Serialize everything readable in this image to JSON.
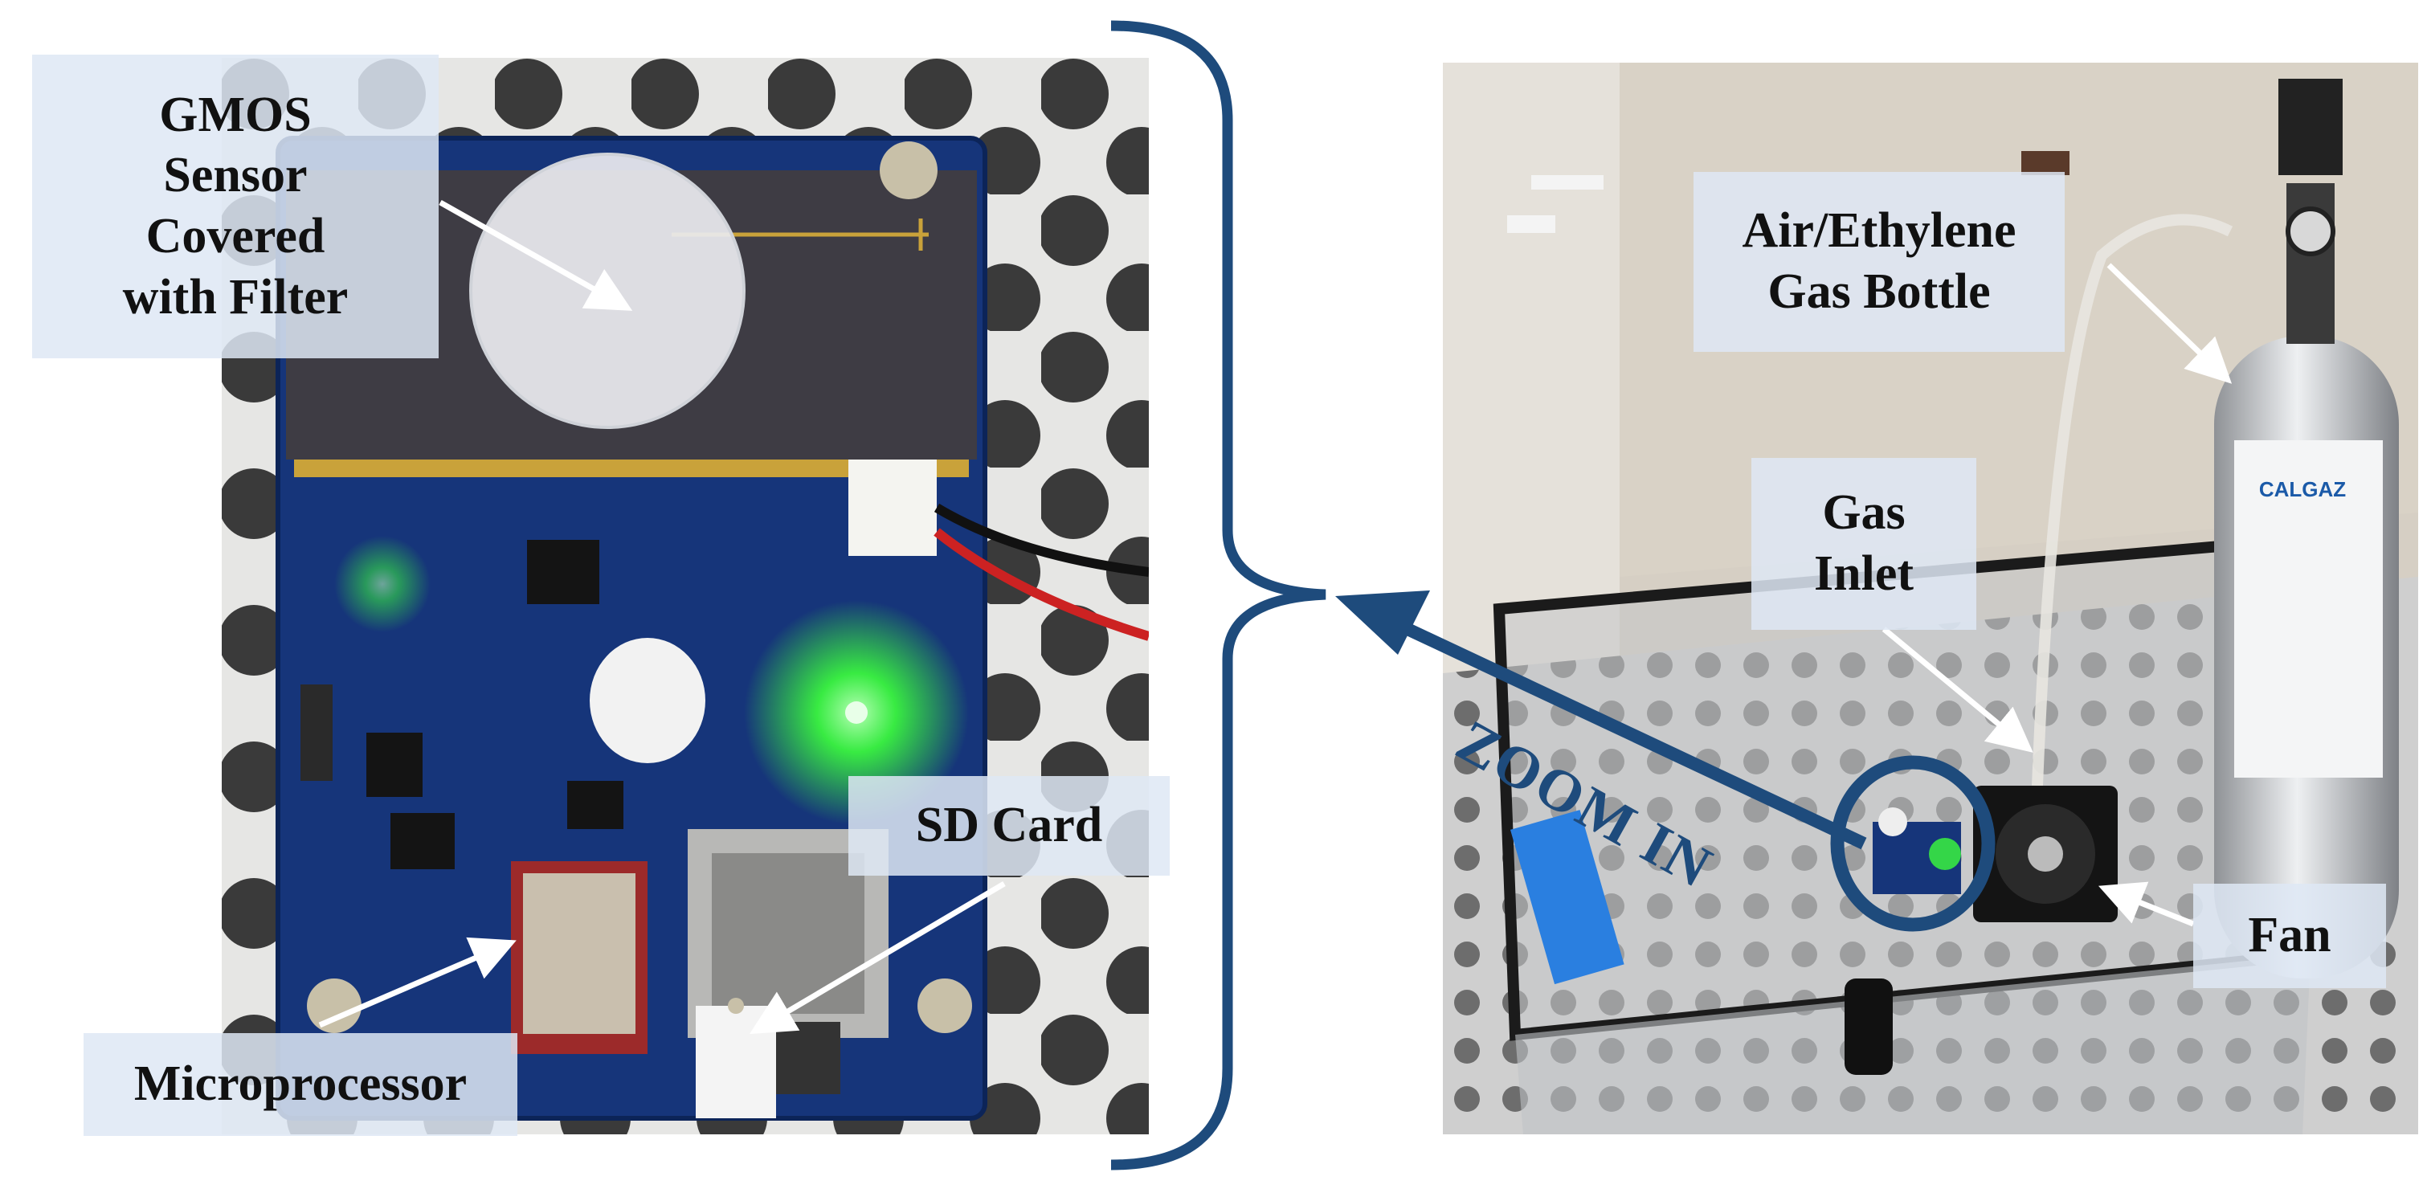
{
  "labels": {
    "gmos_sensor": "GMOS\nSensor\nCovered\nwith Filter",
    "microprocessor": "Microprocessor",
    "sd_card": "SD Card",
    "gas_bottle": "Air/Ethylene\nGas Bottle",
    "gas_inlet": "Gas\nInlet",
    "fan": "Fan",
    "zoom_in": "ZOOM IN"
  },
  "colors": {
    "accent_navy": "#1e4b7c",
    "label_bg": "#dee8f4",
    "pcb_blue": "#16357a",
    "led_green": "#3cff3c"
  }
}
